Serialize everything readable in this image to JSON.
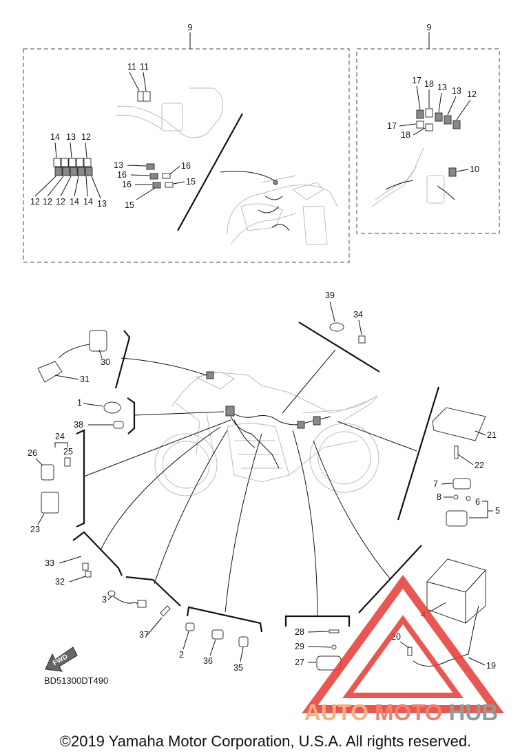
{
  "callouts": {
    "box_left_title": "9",
    "box_right_title": "9",
    "c11a": "11",
    "c11b": "11",
    "c14a": "14",
    "c13a": "13",
    "c12a": "12",
    "c12b": "12",
    "c12c": "12",
    "c12d": "12",
    "c14b": "14",
    "c14c": "14",
    "c13b": "13",
    "c13c": "13",
    "c16a": "16",
    "c16b": "16",
    "c16c": "16",
    "c15a": "15",
    "c15b": "15",
    "c17a": "17",
    "c18a": "18",
    "c13d": "13",
    "c13e": "13",
    "c12e": "12",
    "c17b": "17",
    "c18b": "18",
    "c10": "10",
    "c39": "39",
    "c34": "34",
    "c30": "30",
    "c31": "31",
    "c1": "1",
    "c38": "38",
    "c24": "24",
    "c26": "26",
    "c25": "25",
    "c23": "23",
    "c21": "21",
    "c22": "22",
    "c7": "7",
    "c8": "8",
    "c6": "6",
    "c5": "5",
    "c33": "33",
    "c32": "32",
    "c3": "3",
    "c37": "37",
    "c2": "2",
    "c36": "36",
    "c35": "35",
    "c28": "28",
    "c29": "29",
    "c27": "27",
    "c4": "4",
    "c20": "20",
    "c19": "19"
  },
  "fwd_label": "FWD",
  "diagram_code": "BD51300DT490",
  "watermark": {
    "part1": "AUTO",
    "part2": "MOTO",
    "part3": "HUB",
    "color1": "#f5b183",
    "color2": "#f08070",
    "color3": "#999999",
    "logo_color": "#e53935"
  },
  "copyright": "©2019 Yamaha Motor Corporation, U.S.A. All rights reserved."
}
